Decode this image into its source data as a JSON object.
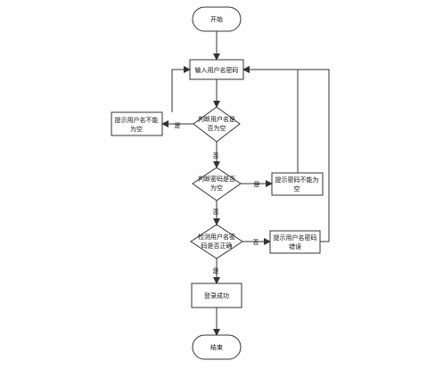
{
  "nodes": {
    "start": "开始",
    "input": "输入用户名密码",
    "check_user_empty": [
      "判断用户名是",
      "否为空"
    ],
    "check_pwd_empty": [
      "判断密码是否",
      "为空"
    ],
    "check_correct": [
      "检测用户名密",
      "码是否正确"
    ],
    "login_success": "登录成功",
    "end": "结束",
    "prompt_user_empty": [
      "提示用户名不能",
      "为空"
    ],
    "prompt_pwd_empty": [
      "提示密码不能为",
      "空"
    ],
    "prompt_wrong": [
      "提示用户名密码",
      "错误"
    ]
  },
  "edge_labels": {
    "yes": "是",
    "no": "否",
    "no_correct": "否",
    "yes_correct": "是"
  },
  "caption": "",
  "colors": {
    "line": "#333333",
    "fill": "#ffffff",
    "text": "#111111"
  }
}
